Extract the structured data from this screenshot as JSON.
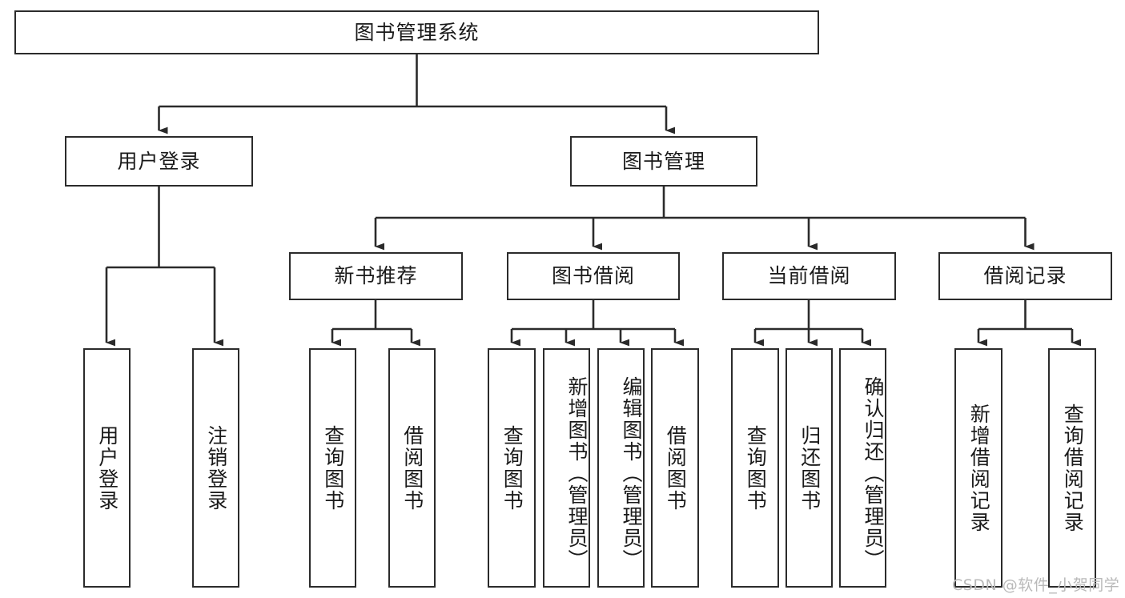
{
  "diagram": {
    "title": "图书管理系统",
    "type": "hierarchy-tree",
    "root": {
      "label": "图书管理系统"
    },
    "level2": [
      {
        "label": "用户登录"
      },
      {
        "label": "图书管理"
      }
    ],
    "level3": [
      {
        "label": "新书推荐"
      },
      {
        "label": "图书借阅"
      },
      {
        "label": "当前借阅"
      },
      {
        "label": "借阅记录"
      }
    ],
    "leaves": {
      "user_login": [
        {
          "label": "用户登录"
        },
        {
          "label": "注销登录"
        }
      ],
      "new_book_recommend": [
        {
          "label": "查询图书"
        },
        {
          "label": "借阅图书"
        }
      ],
      "book_borrow": [
        {
          "label": "查询图书"
        },
        {
          "label": "新增图书（管理员）"
        },
        {
          "label": "编辑图书（管理员）"
        },
        {
          "label": "借阅图书"
        }
      ],
      "current_borrow": [
        {
          "label": "查询图书"
        },
        {
          "label": "归还图书"
        },
        {
          "label": "确认归还（管理员）"
        }
      ],
      "borrow_record": [
        {
          "label": "新增借阅记录"
        },
        {
          "label": "查询借阅记录"
        }
      ]
    }
  },
  "watermark": {
    "text": "CSDN @软件_小贺同学"
  },
  "colors": {
    "stroke": "#2b2b2b",
    "background": "#ffffff",
    "text": "#1a1a1a",
    "watermark": "#b9b9b9"
  }
}
